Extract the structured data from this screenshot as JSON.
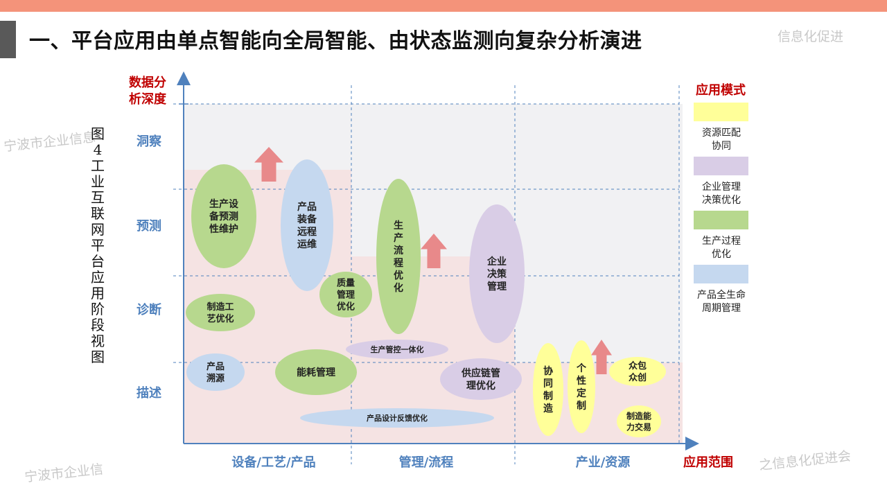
{
  "title": "一、平台应用由单点智能向全局智能、由状态监测向复杂分析演进",
  "watermarks": [
    "信息化促进",
    "宁波市企业信息",
    "宁波市企业信",
    "之信息化促进会"
  ],
  "caption": "图4工业互联网平台应用阶段视图",
  "diagram": {
    "y_axis_title": [
      "数据分",
      "析深度"
    ],
    "x_axis_title": "应用范围",
    "y_levels": [
      "洞察",
      "预测",
      "诊断",
      "描述"
    ],
    "x_categories": [
      "设备/工艺/产品",
      "管理/流程",
      "产业/资源"
    ],
    "legend_title": "应用模式",
    "legend": [
      {
        "label": [
          "资源匹配",
          "协同"
        ],
        "color": "#ffff99"
      },
      {
        "label": [
          "企业管理",
          "决策优化"
        ],
        "color": "#d9cde6"
      },
      {
        "label": [
          "生产过程",
          "优化"
        ],
        "color": "#b7d88e"
      },
      {
        "label": [
          "产品全生命",
          "周期管理"
        ],
        "color": "#c5d8ef"
      }
    ],
    "bubbles": [
      {
        "lines": [
          "生产设",
          "备预测",
          "性维护"
        ],
        "type": "green"
      },
      {
        "lines": [
          "产品",
          "装备",
          "远程",
          "运维"
        ],
        "type": "blue"
      },
      {
        "lines": [
          "质量",
          "管理",
          "优化"
        ],
        "type": "green"
      },
      {
        "lines": [
          "生",
          "产",
          "流",
          "程",
          "优",
          "化"
        ],
        "type": "green"
      },
      {
        "lines": [
          "企业",
          "决策",
          "管理"
        ],
        "type": "purple"
      },
      {
        "lines": [
          "制造工",
          "艺优化"
        ],
        "type": "green"
      },
      {
        "lines": [
          "生产管控一体化"
        ],
        "type": "purple"
      },
      {
        "lines": [
          "产品",
          "溯源"
        ],
        "type": "blue"
      },
      {
        "lines": [
          "能耗管理"
        ],
        "type": "green"
      },
      {
        "lines": [
          "供应链管",
          "理优化"
        ],
        "type": "purple"
      },
      {
        "lines": [
          "产品设计反馈优化"
        ],
        "type": "blue"
      },
      {
        "lines": [
          "协",
          "同",
          "制",
          "造"
        ],
        "type": "yellow"
      },
      {
        "lines": [
          "个",
          "性",
          "定",
          "制"
        ],
        "type": "yellow"
      },
      {
        "lines": [
          "众包",
          "众创"
        ],
        "type": "yellow"
      },
      {
        "lines": [
          "制造能",
          "力交易"
        ],
        "type": "yellow"
      }
    ],
    "colors": {
      "green": "#b7d88e",
      "blue": "#c5d8ef",
      "purple": "#d9cde6",
      "yellow": "#ffff99",
      "axis": "#4f81bd",
      "accent_red": "#c00000",
      "arrow": "#e8898a"
    }
  }
}
